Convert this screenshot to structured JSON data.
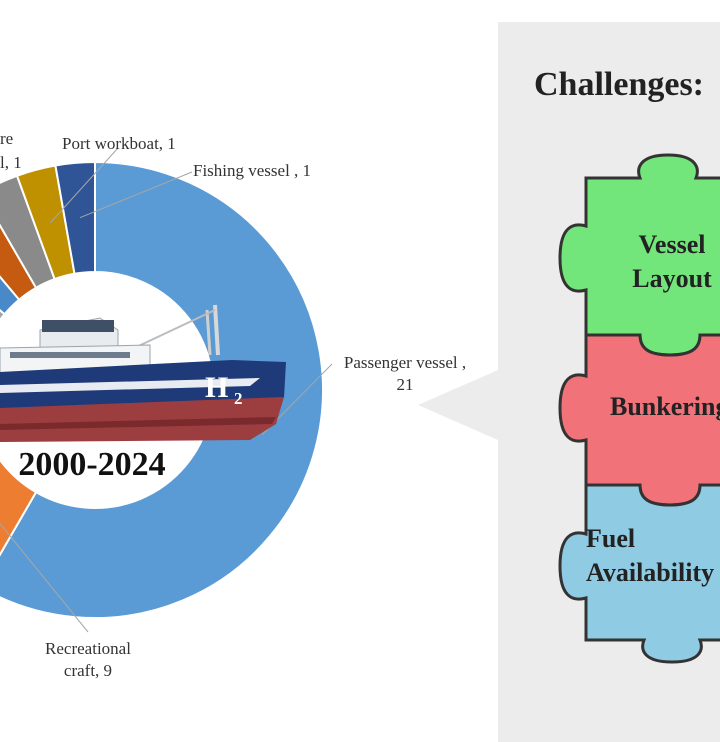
{
  "chart_data": {
    "type": "pie",
    "center_label": "2000-2024",
    "slices": [
      {
        "label": "Passenger vessel",
        "value": 21,
        "color": "#5b9bd5"
      },
      {
        "label": "Recreational craft",
        "value": 9,
        "color": "#ed7d31"
      },
      {
        "label": "",
        "value": 1,
        "color": "#a5a5a5"
      },
      {
        "label": "",
        "value": 1,
        "color": "#4a89c8"
      },
      {
        "label": "",
        "value": 1,
        "color": "#c55a11"
      },
      {
        "label": "",
        "value": 1,
        "color": "#8a8a8a"
      },
      {
        "label": "Port workboat",
        "value": 1,
        "color": "#bf9000"
      },
      {
        "label": "Fishing vessel",
        "value": 1,
        "color": "#2f5597"
      }
    ],
    "visible_labels": {
      "passenger": "Passenger vessel ,\n21",
      "recreational": "Recreational\ncraft, 9",
      "port": "Port workboat, 1",
      "fishing": "Fishing vessel , 1",
      "partial_top": "re",
      "partial_bottom": "l, 1"
    }
  },
  "ship": {
    "badge": "H",
    "badge_sub": "2"
  },
  "challenges": {
    "title": "Challenges:",
    "items": [
      {
        "label": "Vessel\nLayout",
        "color": "#72e67a"
      },
      {
        "label": "Bunkering",
        "color": "#f2727a"
      },
      {
        "label": "Fuel\nAvailability",
        "color": "#8fcbe3"
      }
    ]
  }
}
